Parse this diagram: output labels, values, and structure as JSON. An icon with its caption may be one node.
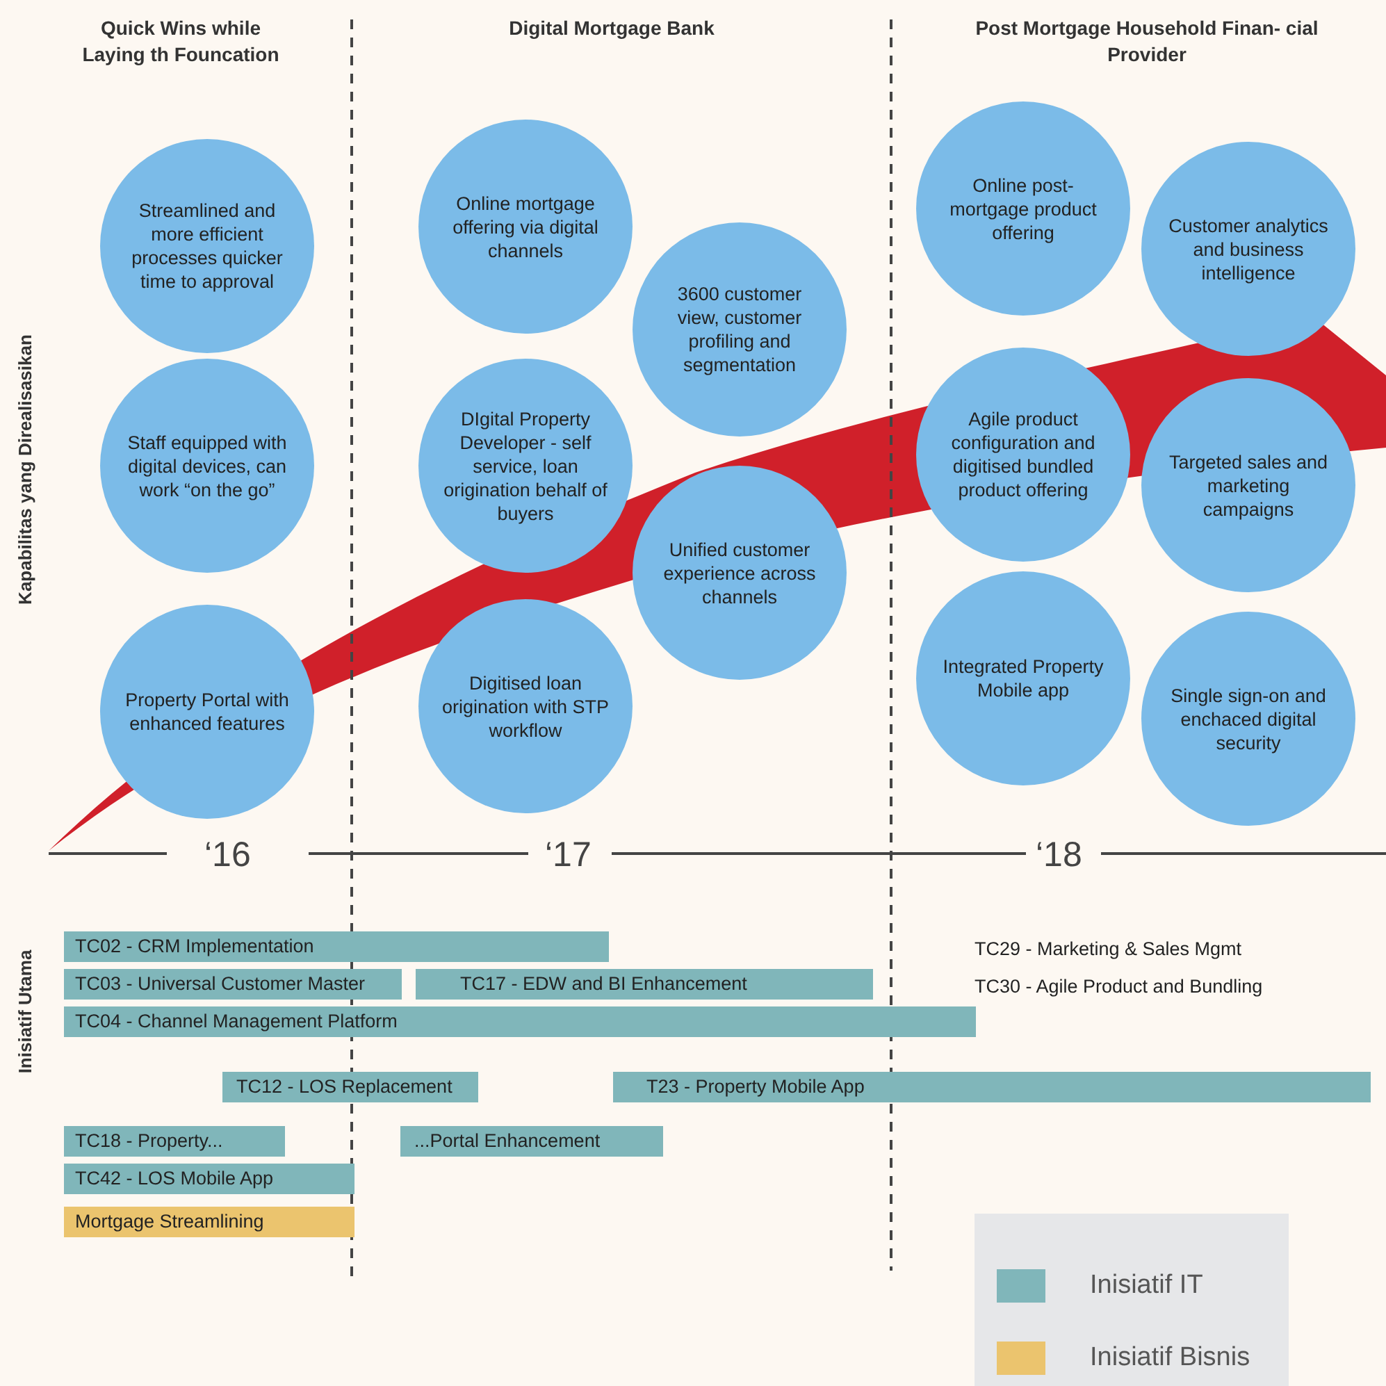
{
  "diagram": {
    "nodes": [
      {
        "text": [
          "Streamlined and more efficient processes quicker time to approval"
        ]
      },
      {
        "text": [
          "Staff equipped with digital devices, can work “on the go”"
        ]
      },
      {
        "text": [
          "Property Portal with enhanced features"
        ]
      },
      {
        "text": [
          "Online mortgage offering via digital channels"
        ]
      },
      {
        "text": [
          "3600 customer view, customer profiling and segmentation"
        ]
      },
      {
        "text": [
          "DIgital Property Developer - self service, loan origination behalf of buyers"
        ]
      },
      {
        "text": [
          "Unified customer experience across channels"
        ]
      },
      {
        "text": [
          "Digitised loan origination with STP workflow"
        ]
      },
      {
        "text": [
          "Online post-mortgage product offering"
        ]
      },
      {
        "text": [
          "Customer analytics and business intelligence"
        ]
      },
      {
        "text": [
          "Agile product configuration and digitised bundled product offering"
        ]
      },
      {
        "text": [
          "Targeted sales and marketing campaigns"
        ]
      },
      {
        "text": [
          "Integrated Property Mobile app"
        ]
      },
      {
        "text": [
          "Single sign-on and enchaced digital security"
        ]
      },
      {
        "text": [
          "TC02 - CRM Implementation"
        ]
      },
      {
        "text": [
          "TC03 - Universal Customer Master"
        ]
      },
      {
        "text": [
          "TC17 - EDW and BI Enhancement"
        ]
      },
      {
        "text": [
          "TC04 - Channel Management Platform"
        ]
      },
      {
        "text": [
          "TC12 - LOS Replacement"
        ]
      },
      {
        "text": [
          "T23 - Property Mobile App"
        ]
      },
      {
        "text": [
          "TC18 - Property..."
        ]
      },
      {
        "text": [
          "...Portal Enhancement"
        ]
      },
      {
        "text": [
          "TC42 - LOS Mobile App"
        ]
      },
      {
        "text": [
          "Mortgage Streamlining"
        ]
      }
    ],
    "labels": [
      "Quick Wins while Laying th Founcation",
      "Digital Mortgage Bank",
      "Post Mortgage Household Finan- cial Provider",
      "Kapabilitas yang Direalisasikan",
      "‘16",
      "‘17",
      "‘18",
      "Inisiatif Utama",
      "TC29 - Marketing & Sales Mgmt",
      "TC30 - Agile Product and Bundling"
    ],
    "legend": [
      {
        "text": "Inisiatif IT",
        "color": "#80b6ba"
      },
      {
        "text": "Inisiatif Bisnis",
        "color": "#ebc46e"
      }
    ]
  }
}
